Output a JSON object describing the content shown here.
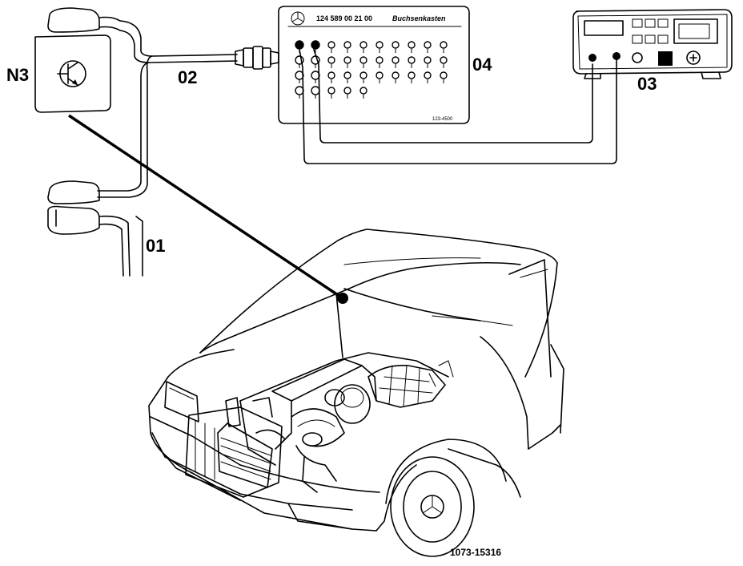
{
  "labels": {
    "n3": "N3",
    "o2": "02",
    "o4": "04",
    "o3": "03",
    "o1": "01"
  },
  "socket_box": {
    "part_number": "124 589 00 21 00",
    "title": "Buchsenkasten",
    "code": "123-4500"
  },
  "figure_ref": "1073-15316"
}
